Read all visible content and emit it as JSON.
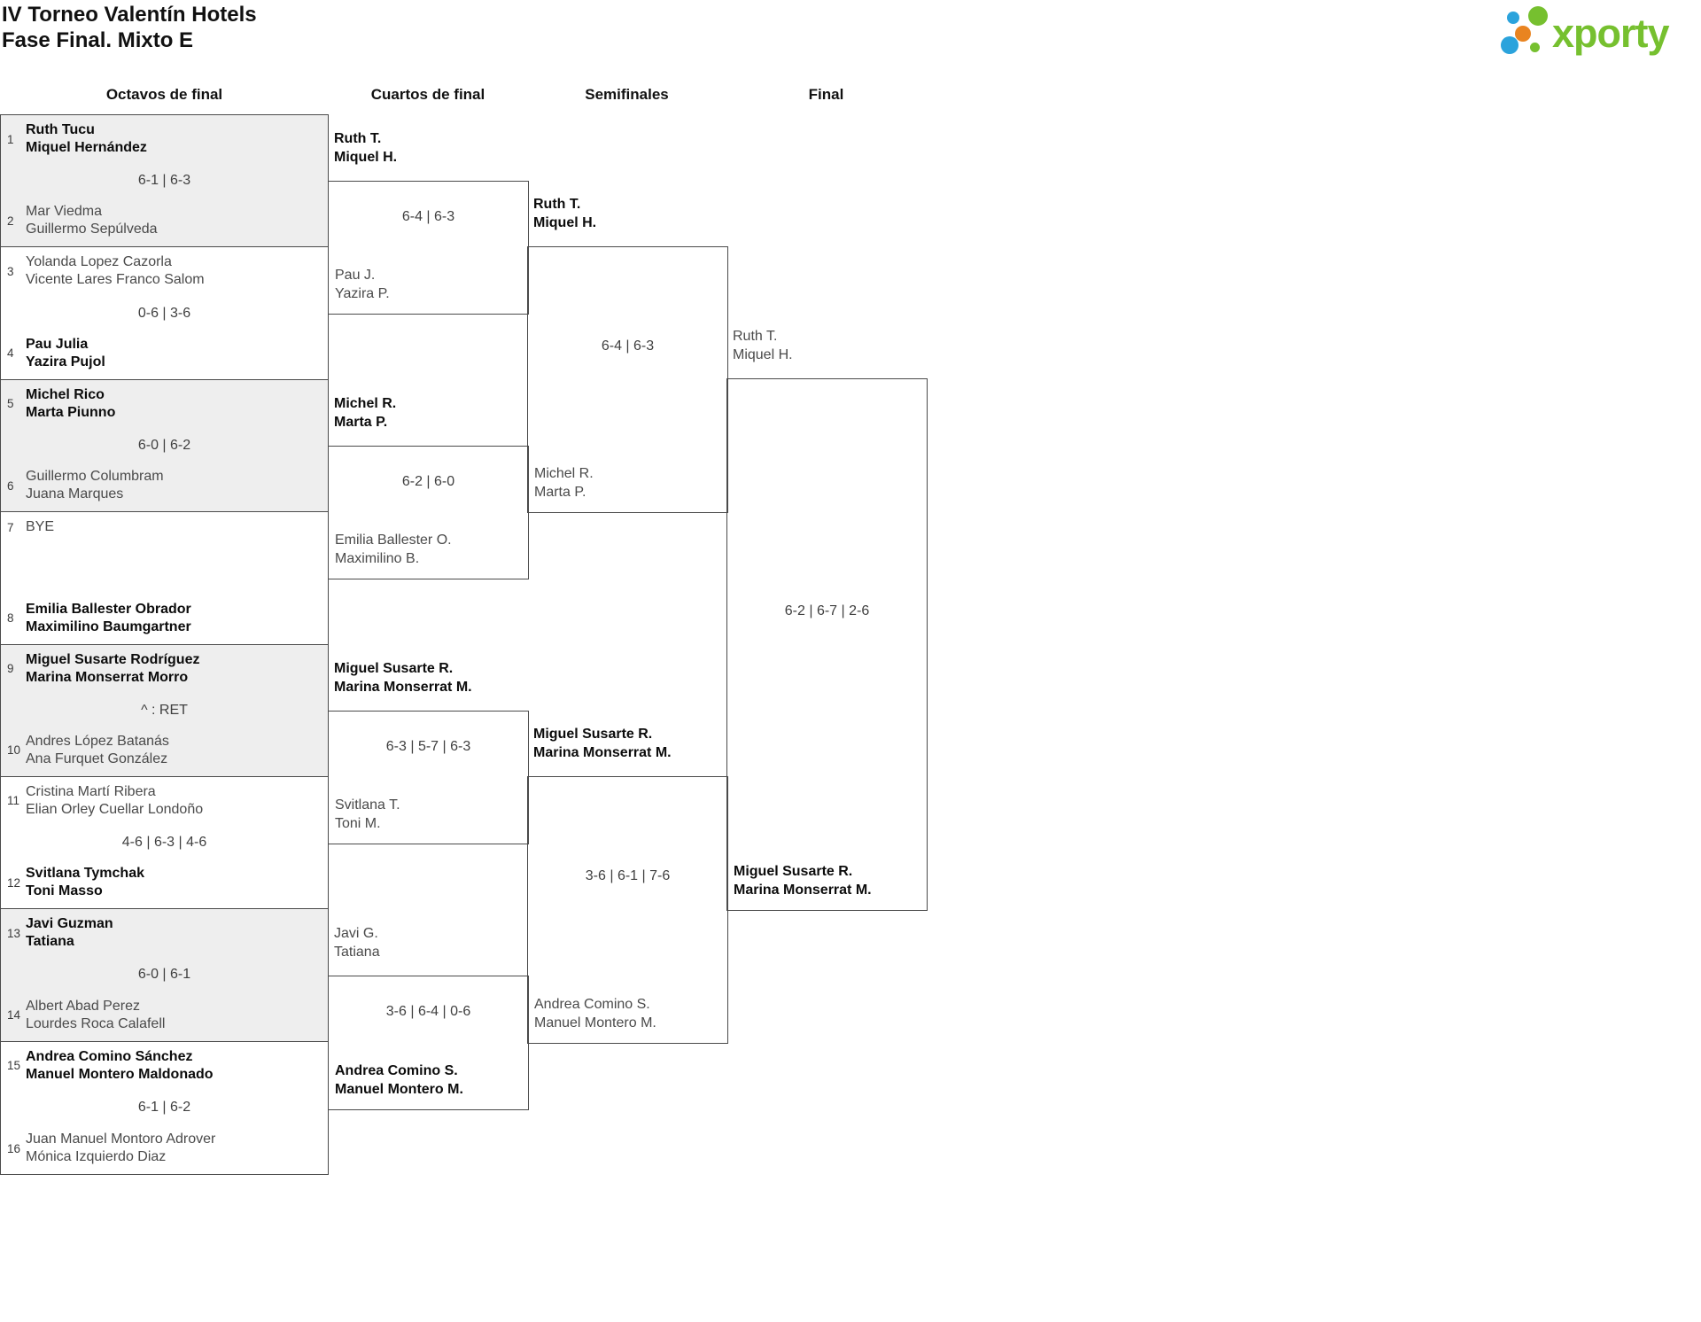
{
  "title": {
    "line1": "IV Torneo Valentín Hotels",
    "line2": "Fase Final. Mixto E"
  },
  "logo": {
    "text": "xporty",
    "green": "#76c02f",
    "blue": "#2ba3dc",
    "orange": "#e98420"
  },
  "headers": {
    "r16": "Octavos de final",
    "qf": "Cuartos de final",
    "sf": "Semifinales",
    "final": "Final"
  },
  "r16": [
    {
      "e1": {
        "num": "1",
        "l1": "Ruth Tucu",
        "l2": "Miquel Hernández",
        "winner": true
      },
      "score": "6-1 | 6-3",
      "e2": {
        "num": "2",
        "l1": "Mar Viedma",
        "l2": "Guillermo Sepúlveda",
        "winner": false
      }
    },
    {
      "e1": {
        "num": "3",
        "l1": "Yolanda Lopez Cazorla",
        "l2": "Vicente Lares Franco Salom",
        "winner": false
      },
      "score": "0-6 | 3-6",
      "e2": {
        "num": "4",
        "l1": "Pau Julia",
        "l2": "Yazira Pujol",
        "winner": true
      }
    },
    {
      "e1": {
        "num": "5",
        "l1": "Michel Rico",
        "l2": "Marta Piunno",
        "winner": true
      },
      "score": "6-0 | 6-2",
      "e2": {
        "num": "6",
        "l1": "Guillermo Columbram",
        "l2": "Juana Marques",
        "winner": false
      }
    },
    {
      "e1": {
        "num": "7",
        "l1": "BYE",
        "l2": "",
        "winner": false
      },
      "score": "",
      "e2": {
        "num": "8",
        "l1": "Emilia Ballester Obrador",
        "l2": "Maximilino Baumgartner",
        "winner": true
      }
    },
    {
      "e1": {
        "num": "9",
        "l1": "Miguel Susarte Rodríguez",
        "l2": "Marina Monserrat Morro",
        "winner": true
      },
      "score": "^ : RET",
      "e2": {
        "num": "10",
        "l1": "Andres López Batanás",
        "l2": "Ana Furquet González",
        "winner": false
      }
    },
    {
      "e1": {
        "num": "11",
        "l1": "Cristina Martí Ribera",
        "l2": "Elian Orley Cuellar Londoño",
        "winner": false
      },
      "score": "4-6 | 6-3 | 4-6",
      "e2": {
        "num": "12",
        "l1": "Svitlana Tymchak",
        "l2": "Toni Masso",
        "winner": true
      }
    },
    {
      "e1": {
        "num": "13",
        "l1": "Javi Guzman",
        "l2": "Tatiana",
        "winner": true
      },
      "score": "6-0 | 6-1",
      "e2": {
        "num": "14",
        "l1": "Albert Abad Perez",
        "l2": "Lourdes Roca Calafell",
        "winner": false
      }
    },
    {
      "e1": {
        "num": "15",
        "l1": "Andrea Comino Sánchez",
        "l2": "Manuel Montero Maldonado",
        "winner": true
      },
      "score": "6-1 | 6-2",
      "e2": {
        "num": "16",
        "l1": "Juan Manuel Montoro Adrover",
        "l2": "Mónica Izquierdo Diaz",
        "winner": false
      }
    }
  ],
  "qf": [
    {
      "top": {
        "l1": "Ruth T.",
        "l2": "Miquel H.",
        "winner": true
      },
      "score": "6-4 | 6-3",
      "bottom": {
        "l1": "Pau J.",
        "l2": "Yazira P.",
        "winner": false
      }
    },
    {
      "top": {
        "l1": "Michel R.",
        "l2": "Marta P.",
        "winner": true
      },
      "score": "6-2 | 6-0",
      "bottom": {
        "l1": "Emilia Ballester O.",
        "l2": "Maximilino B.",
        "winner": false
      }
    },
    {
      "top": {
        "l1": "Miguel Susarte R.",
        "l2": "Marina Monserrat M.",
        "winner": true
      },
      "score": "6-3 | 5-7 | 6-3",
      "bottom": {
        "l1": "Svitlana T.",
        "l2": "Toni M.",
        "winner": false
      }
    },
    {
      "top": {
        "l1": "Javi G.",
        "l2": "Tatiana",
        "winner": false
      },
      "score": "3-6 | 6-4 | 0-6",
      "bottom": {
        "l1": "Andrea Comino S.",
        "l2": "Manuel Montero M.",
        "winner": true
      }
    }
  ],
  "sf": [
    {
      "top": {
        "l1": "Ruth T.",
        "l2": "Miquel H.",
        "winner": true
      },
      "score": "6-4 | 6-3",
      "bottom": {
        "l1": "Michel R.",
        "l2": "Marta P.",
        "winner": false
      }
    },
    {
      "top": {
        "l1": "Miguel Susarte R.",
        "l2": "Marina Monserrat M.",
        "winner": true
      },
      "score": "3-6 | 6-1 | 7-6",
      "bottom": {
        "l1": "Andrea Comino S.",
        "l2": "Manuel Montero M.",
        "winner": false
      }
    }
  ],
  "final": {
    "top": {
      "l1": "Ruth T.",
      "l2": "Miquel H.",
      "winner": false
    },
    "score": "6-2 | 6-7 | 2-6",
    "bottom": {
      "l1": "Miguel Susarte R.",
      "l2": "Marina Monserrat M.",
      "winner": true
    }
  }
}
